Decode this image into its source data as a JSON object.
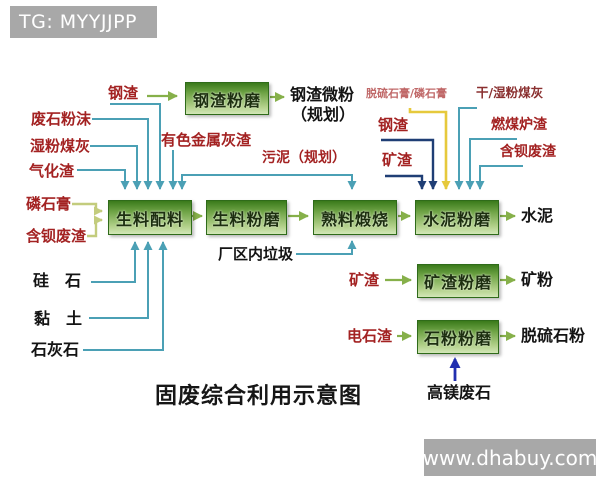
{
  "header_badge": "TG: MYYJJPP",
  "watermark": "www.dhabuy.com",
  "title": "固废综合利用示意图",
  "colors": {
    "red": "#a32222",
    "darkred": "#8a3030",
    "pinkred": "#c06868",
    "teal": "#4ba0b5",
    "navy": "#1f3e75",
    "yellow": "#e6c93c",
    "olive": "#86b04a",
    "pale": "#c3cc7d",
    "blue": "#2230b0",
    "boxborder": "#2f6b1a",
    "gray": "#a8a8a8"
  },
  "boxes": {
    "steel_slag_grinding": "钢渣粉磨",
    "raw_meal_batching": "生料配料",
    "raw_meal_grinding": "生料粉磨",
    "clinker_calcination": "熟料煅烧",
    "cement_grinding": "水泥粉磨",
    "slag_grinding": "矿渣粉磨",
    "stone_powder_grinding": "石粉粉磨"
  },
  "labels": {
    "steel_slag_top": "钢渣",
    "steel_slag_micropowder": "钢渣微粉",
    "steel_slag_micropowder_note": "（规划）",
    "waste_stone_powder": "废石粉沫",
    "wet_fly_ash": "湿粉煤灰",
    "gasification_slag": "气化渣",
    "phosphogypsum": "磷石膏",
    "barium_waste_left": "含钡废渣",
    "nonferrous_metal_ash": "有色金属灰渣",
    "sludge_planned": "污泥（规划）",
    "silica": "硅　石",
    "clay": "黏　土",
    "limestone": "石灰石",
    "factory_area_garbage": "厂区内垃圾",
    "desulf_gypsum_phosphogypsum": "脱硫石膏/磷石膏",
    "dry_wet_fly_ash": "干/湿粉煤灰",
    "steel_slag_right": "钢渣",
    "coal_furnace_slag": "燃煤炉渣",
    "slag_right": "矿渣",
    "barium_waste_right": "含钡废渣",
    "cement": "水泥",
    "slag_row": "矿渣",
    "slag_powder": "矿粉",
    "carbide_slag": "电石渣",
    "desulf_stone_powder": "脱硫石粉",
    "high_magnesium_waste_stone": "高镁废石"
  }
}
